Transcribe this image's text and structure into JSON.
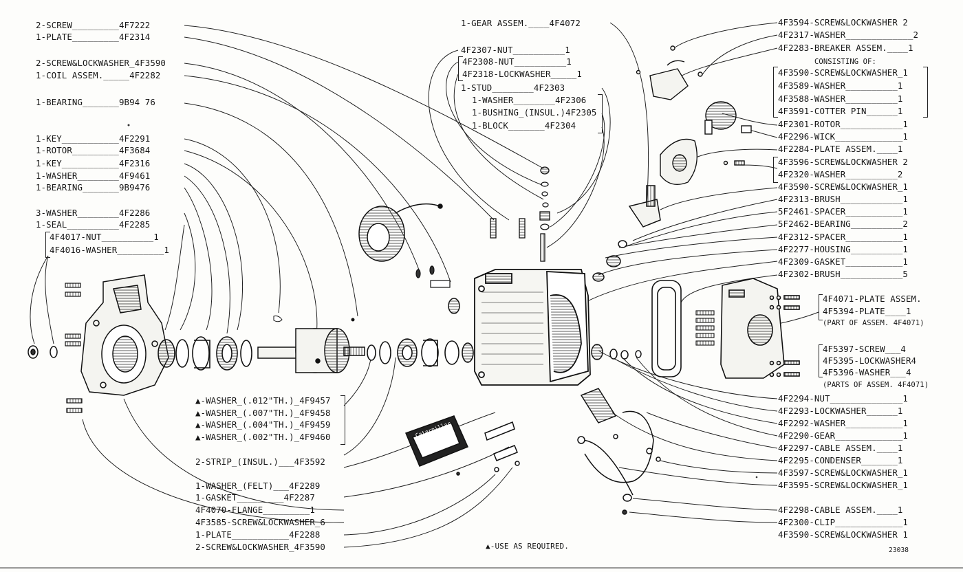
{
  "labels": {
    "left": [
      "2-SCREW_________4F7222",
      "1-PLATE_________4F2314",
      "2-SCREW&LOCKWASHER_4F3590",
      "1-COIL ASSEM._____4F2282",
      "1-BEARING_______9B94 76",
      "1-KEY___________4F2291",
      "1-ROTOR_________4F3684",
      "1-KEY___________4F2316",
      "1-WASHER________4F9461",
      "1-BEARING_______9B9476",
      "3-WASHER________4F2286",
      "1-SEAL__________4F2285",
      "4F4017-NUT__________1",
      "4F4016-WASHER_________1"
    ],
    "top_center": [
      "1-GEAR ASSEM.____4F4072",
      "4F2307-NUT__________1",
      "4F2308-NUT__________1",
      "4F2318-LOCKWASHER_____1",
      "1-STUD________4F2303",
      "1-WASHER________4F2306",
      "1-BUSHING_(INSUL.)4F2305",
      "1-BLOCK_______4F2304"
    ],
    "right": [
      "4F3594-SCREW&LOCKWASHER 2",
      "4F2317-WASHER_____________2",
      "4F2283-BREAKER ASSEM.____1",
      "CONSISTING OF:",
      "4F3590-SCREW&LOCKWASHER_1",
      "4F3589-WASHER__________1",
      "4F3588-WASHER__________1",
      "4F3591-COTTER PIN______1",
      "4F2301-ROTOR____________1",
      "4F2296-WICK_____________1",
      "4F2284-PLATE ASSEM.____1",
      "4F3596-SCREW&LOCKWASHER 2",
      "4F2320-WASHER__________2",
      "4F3590-SCREW&LOCKWASHER_1",
      "4F2313-BRUSH____________1",
      "5F2461-SPACER___________1",
      "5F2462-BEARING__________2",
      "4F2312-SPACER___________1",
      "4F2277-HOUSING__________1",
      "4F2309-GASKET___________1",
      "4F2302-BRUSH____________5",
      "4F4071-PLATE ASSEM.",
      "4F5394-PLATE____1",
      "(PART OF ASSEM. 4F4071)",
      "4F5397-SCREW___4",
      "4F5395-LOCKWASHER4",
      "4F5396-WASHER___4",
      "(PARTS OF ASSEM. 4F4071)",
      "4F2294-NUT______________1",
      "4F2293-LOCKWASHER______1",
      "4F2292-WASHER___________1",
      "4F2290-GEAR_____________1",
      "4F2297-CABLE ASSEM.____1",
      "4F2295-CONDENSER_______1",
      "4F3597-SCREW&LOCKWASHER_1",
      "4F3595-SCREW&LOCKWASHER_1",
      "4F2298-CABLE ASSEM.____1",
      "4F2300-CLIP_____________1",
      "4F3590-SCREW&LOCKWASHER 1"
    ],
    "bottom_center": [
      "▲-WASHER_(.012\"TH.)_4F9457",
      "▲-WASHER_(.007\"TH.)_4F9458",
      "▲-WASHER_(.004\"TH.)_4F9459",
      "▲-WASHER_(.002\"TH.)_4F9460",
      "2-STRIP_(INSUL.)___4F3592",
      "1-WASHER_(FELT)___4F2289",
      "1-GASKET_________4F2287",
      "4F4070-FLANGE_________1",
      "4F3585-SCREW&LOCKWASHER_6",
      "1-PLATE___________4F2288",
      "2-SCREW&LOCKWASHER_4F3590"
    ],
    "footnote": "▲-USE AS REQUIRED.",
    "drawing_number": "23038",
    "nameplate": "Caterpillar"
  }
}
